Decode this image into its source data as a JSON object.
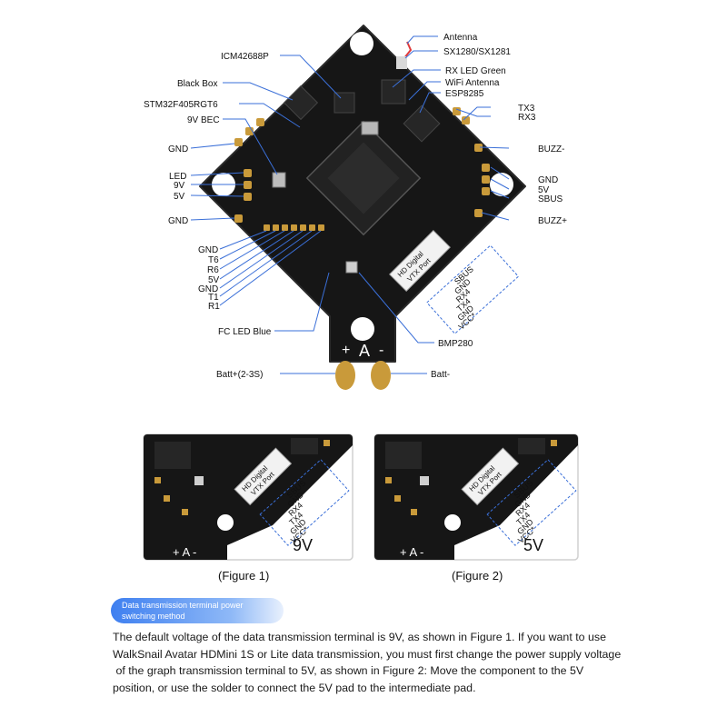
{
  "labels": {
    "antenna": "Antenna",
    "sx1280": "SX1280/SX1281",
    "icm": "ICM42688P",
    "rx_led_green": "RX LED Green",
    "wifi_antenna": "WiFi Antenna",
    "esp8285": "ESP8285",
    "black_box": "Black Box",
    "stm32": "STM32F405RGT6",
    "tx3": "TX3",
    "rx3": "RX3",
    "bec_9v": "9V BEC",
    "gnd_left_top": "GND",
    "buzz_minus": "BUZZ-",
    "led": "LED",
    "v9_left": "9V",
    "v5_left": "5V",
    "gnd_right": "GND",
    "v5_right": "5V",
    "sbus_right": "SBUS",
    "gnd_left_mid": "GND",
    "buzz_plus": "BUZZ+",
    "pin_gnd_a": "GND",
    "pin_t6": "T6",
    "pin_r6": "R6",
    "pin_5v": "5V",
    "pin_gnd_b": "GND",
    "pin_t1": "T1",
    "pin_r1": "R1",
    "fc_led_blue": "FC LED Blue",
    "bmp280": "BMP280",
    "batt_plus": "Batt+(2-3S)",
    "batt_minus": "Batt-"
  },
  "vtx": {
    "title1": "HD Digital",
    "title2": "VTX Port",
    "pins": [
      "SBUS",
      "GND",
      "RX4",
      "TX4",
      "GND",
      "VCC*"
    ]
  },
  "figures": [
    {
      "voltage": "9V",
      "caption": "(Figure 1)"
    },
    {
      "voltage": "5V",
      "caption": "(Figure 2)"
    }
  ],
  "banner": {
    "line1": "Data transmission terminal power",
    "line2": "switching method"
  },
  "paragraph": [
    "The default voltage of the data transmission terminal is 9V, as shown in Figure 1. If you want to use",
    "WalkSnail Avatar HDMini 1S or Lite data transmission, you must first change the power supply voltage",
    " of the graph transmission terminal to 5V, as shown in Figure 2: Move the component to the 5V",
    "position, or use the solder to connect the 5V pad to the intermediate pad."
  ],
  "colors": {
    "board": "#161616",
    "pad_gold": "#c99a3a",
    "leader_blue": "#3a6fd8",
    "banner": "#3e7ff0"
  }
}
